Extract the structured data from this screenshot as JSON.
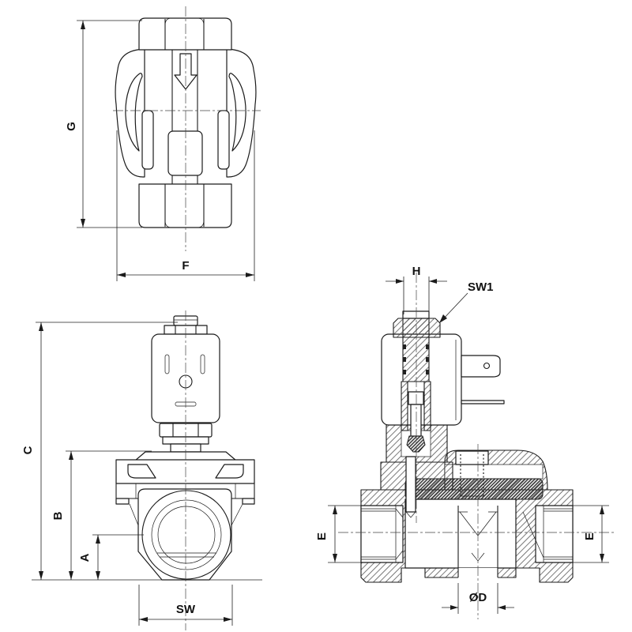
{
  "drawing": {
    "type": "technical-drawing-solenoid-valve",
    "background_color": "#ffffff",
    "line_color": "#1b1b1b",
    "dimensions": {
      "top_view": {
        "g": "G",
        "f": "F"
      },
      "front_view": {
        "c": "C",
        "b": "B",
        "a": "A",
        "sw": "SW"
      },
      "section_view": {
        "h": "H",
        "sw1": "SW1",
        "e_left": "E",
        "e_right": "E",
        "d": "ØD"
      }
    }
  }
}
